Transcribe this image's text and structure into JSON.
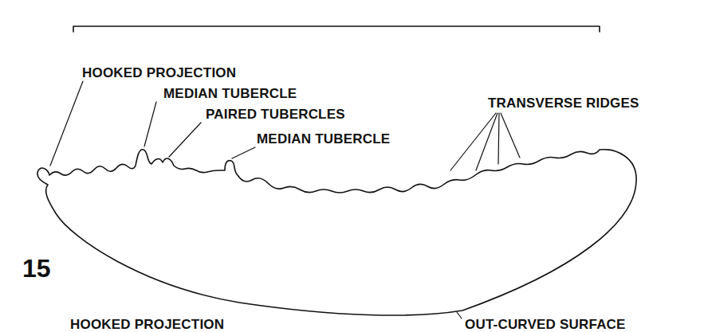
{
  "diagram": {
    "labels": [
      "HOOKED PROJECTION",
      "MEDIAN TUBERCLE",
      "PAIRED TUBERCLES",
      "MEDIAN TUBERCLE",
      "TRANSVERSE RIDGES",
      "15",
      "HOOKED PROJECTION",
      "OUT-CURVED SURFACE"
    ]
  }
}
